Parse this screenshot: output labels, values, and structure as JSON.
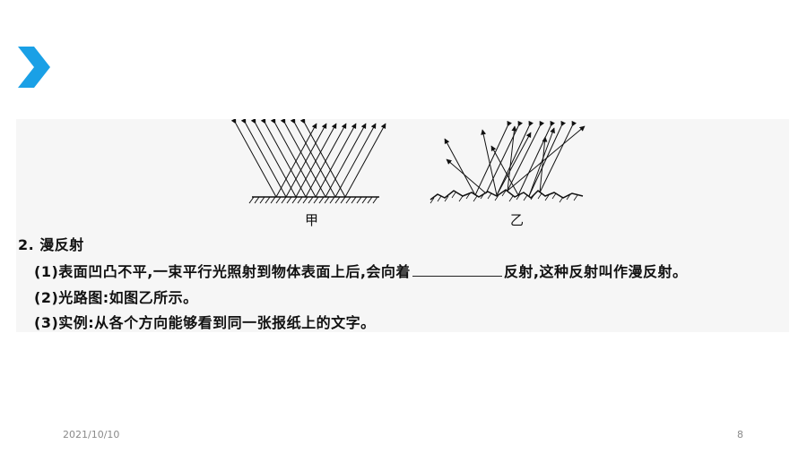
{
  "figures": {
    "label_left": "甲",
    "label_right": "乙"
  },
  "question": {
    "title": "2. 漫反射",
    "line1_a": "(1)表面凹凸不平,一束平行光照射到物体表面上后,会向着",
    "line1_b": "反射,这种反射叫作漫反射。",
    "line2": "(2)光路图:如图乙所示。",
    "line3": "(3)实例:从各个方向能够看到同一张报纸上的文字。"
  },
  "footer": {
    "date": "2021/10/10",
    "page": "8"
  },
  "colors": {
    "accent": "#1aa0e6",
    "panel": "#f6f6f6"
  }
}
